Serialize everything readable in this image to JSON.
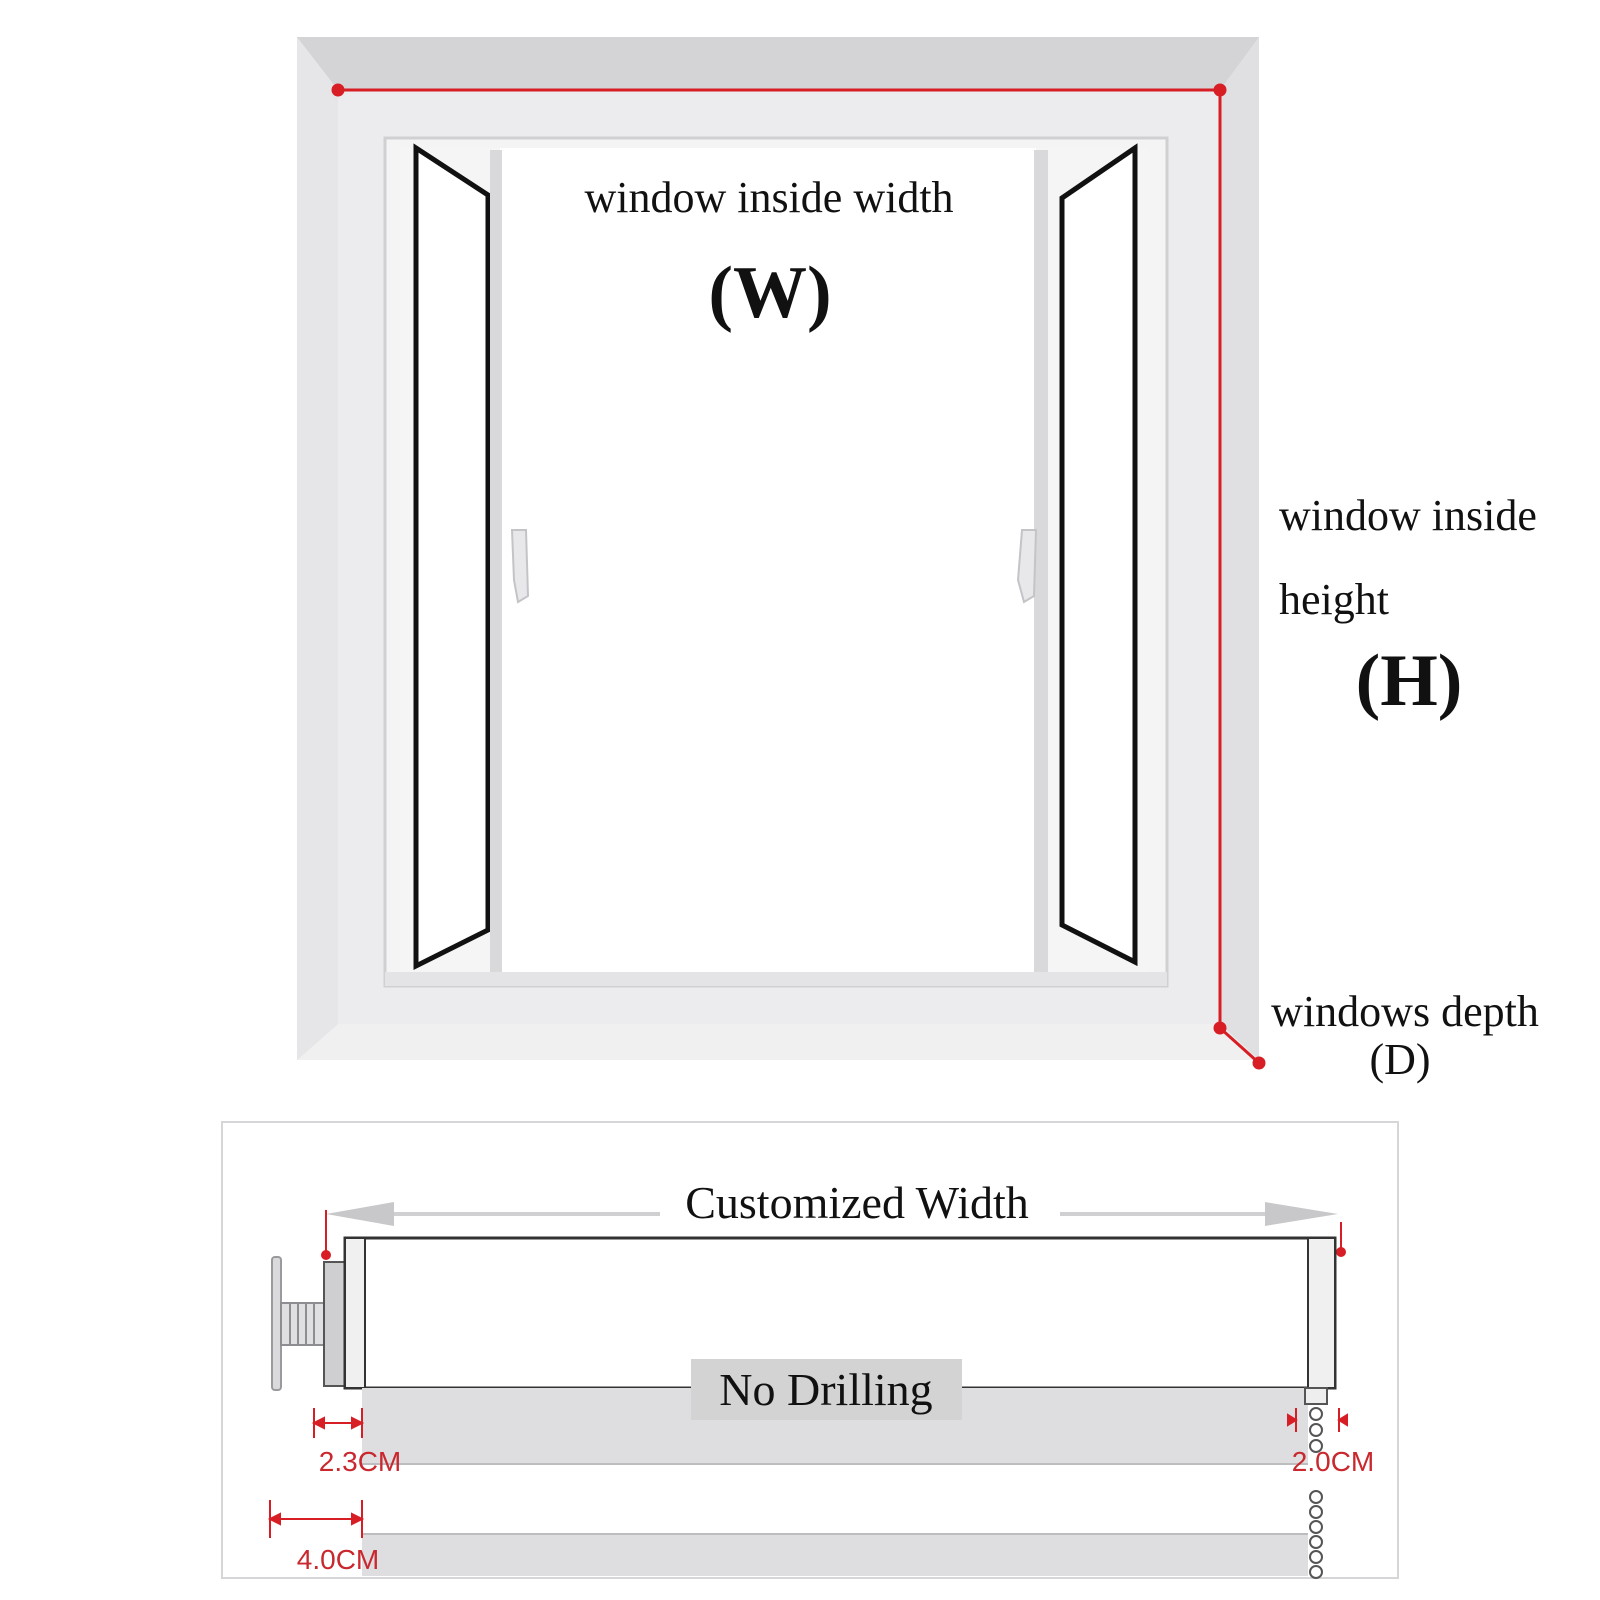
{
  "window_diagram": {
    "width_label": "window inside width",
    "width_symbol": "(W)",
    "height_label_line1": "window inside",
    "height_label_line2": "height",
    "height_symbol": "(H)",
    "depth_label": "windows depth",
    "depth_symbol": "(D)"
  },
  "blind_diagram": {
    "width_label": "Customized Width",
    "badge_text": "No Drilling",
    "left_small_dim": "2.3CM",
    "left_large_dim": "4.0CM",
    "right_dim": "2.0CM"
  },
  "colors": {
    "measure_red": "#d81e25",
    "frame_gray": "#e3e3e5",
    "badge_gray": "#d3d3d3",
    "text": "#111111"
  }
}
